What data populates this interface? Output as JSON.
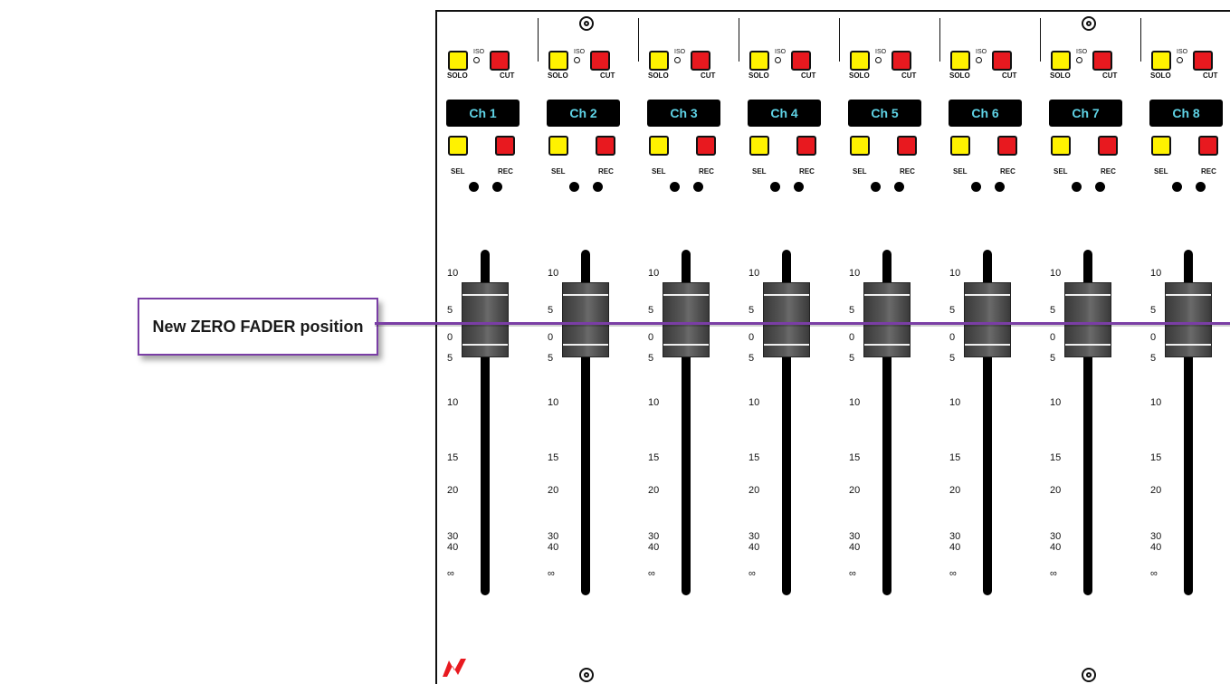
{
  "callout": {
    "label": "New ZERO FADER position"
  },
  "labels": {
    "solo": "SOLO",
    "cut": "CUT",
    "iso": "ISO",
    "sel": "SEL",
    "rec": "REC"
  },
  "scale": [
    "10",
    "5",
    "0",
    "5",
    "10",
    "15",
    "20",
    "30",
    "40",
    "∞"
  ],
  "channels": [
    {
      "name": "Ch 1"
    },
    {
      "name": "Ch 2"
    },
    {
      "name": "Ch 3"
    },
    {
      "name": "Ch 4"
    },
    {
      "name": "Ch 5"
    },
    {
      "name": "Ch 6"
    },
    {
      "name": "Ch 7"
    },
    {
      "name": "Ch 8"
    }
  ],
  "colors": {
    "callout_border": "#7a3ea5",
    "solo_sel": "#fff200",
    "cut_rec": "#e8191f",
    "name_text": "#5fd3e6",
    "logo": "#e8191f"
  },
  "icons": {
    "screw": "screw-icon",
    "logo": "brand-logo-icon"
  }
}
